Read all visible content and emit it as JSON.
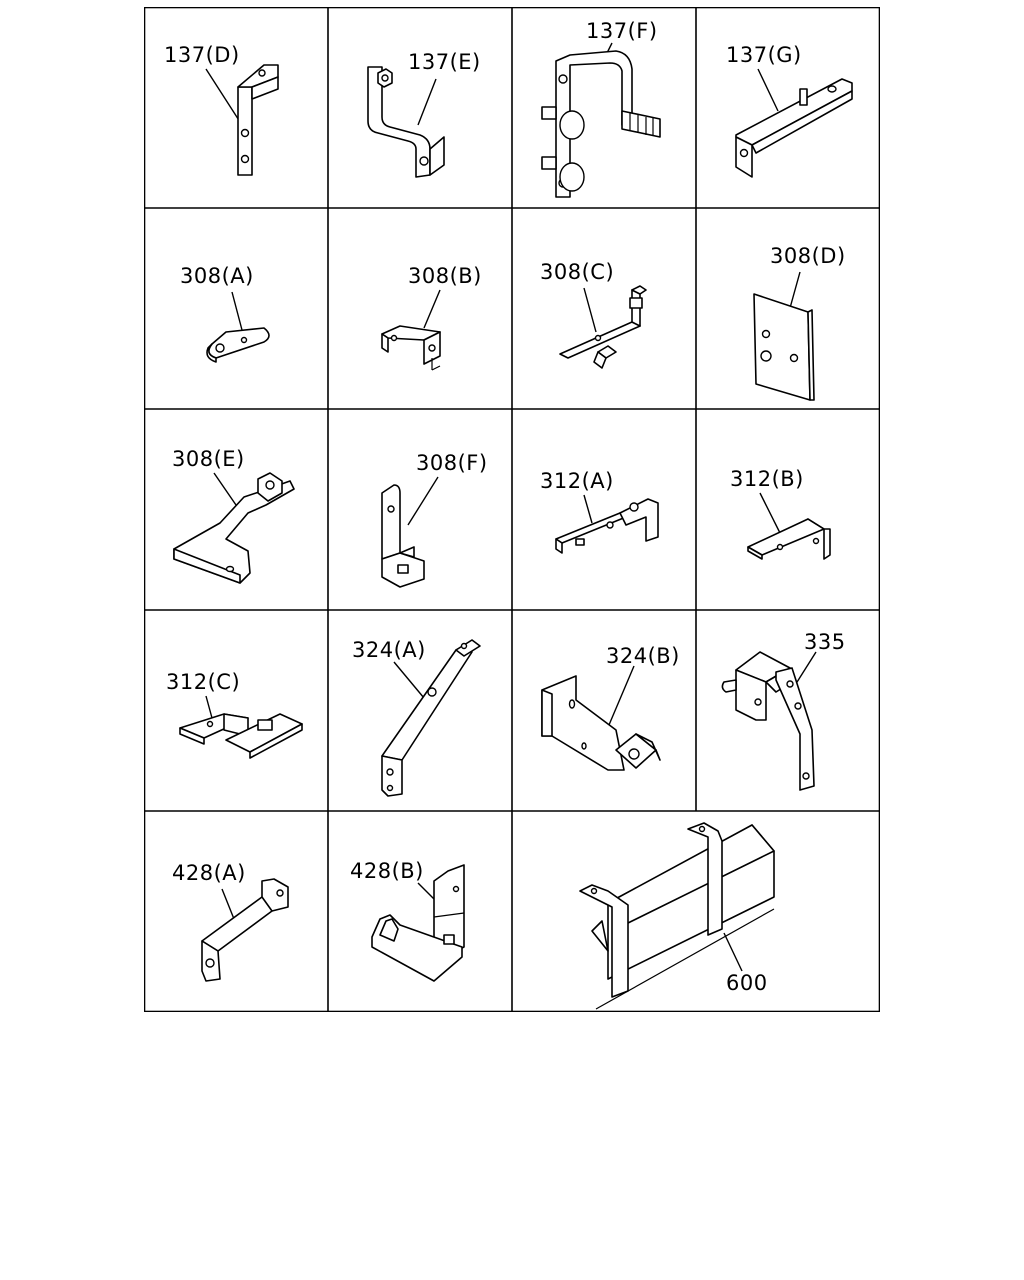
{
  "diagram": {
    "parts": [
      {
        "id": "137d",
        "label": "137(D)"
      },
      {
        "id": "137e",
        "label": "137(E)"
      },
      {
        "id": "137f",
        "label": "137(F)"
      },
      {
        "id": "137g",
        "label": "137(G)"
      },
      {
        "id": "308a",
        "label": "308(A)"
      },
      {
        "id": "308b",
        "label": "308(B)"
      },
      {
        "id": "308c",
        "label": "308(C)"
      },
      {
        "id": "308d",
        "label": "308(D)"
      },
      {
        "id": "308e",
        "label": "308(E)"
      },
      {
        "id": "308f",
        "label": "308(F)"
      },
      {
        "id": "312a",
        "label": "312(A)"
      },
      {
        "id": "312b",
        "label": "312(B)"
      },
      {
        "id": "312c",
        "label": "312(C)"
      },
      {
        "id": "324a",
        "label": "324(A)"
      },
      {
        "id": "324b",
        "label": "324(B)"
      },
      {
        "id": "335",
        "label": "335"
      },
      {
        "id": "428a",
        "label": "428(A)"
      },
      {
        "id": "428b",
        "label": "428(B)"
      },
      {
        "id": "600",
        "label": "600"
      }
    ]
  }
}
